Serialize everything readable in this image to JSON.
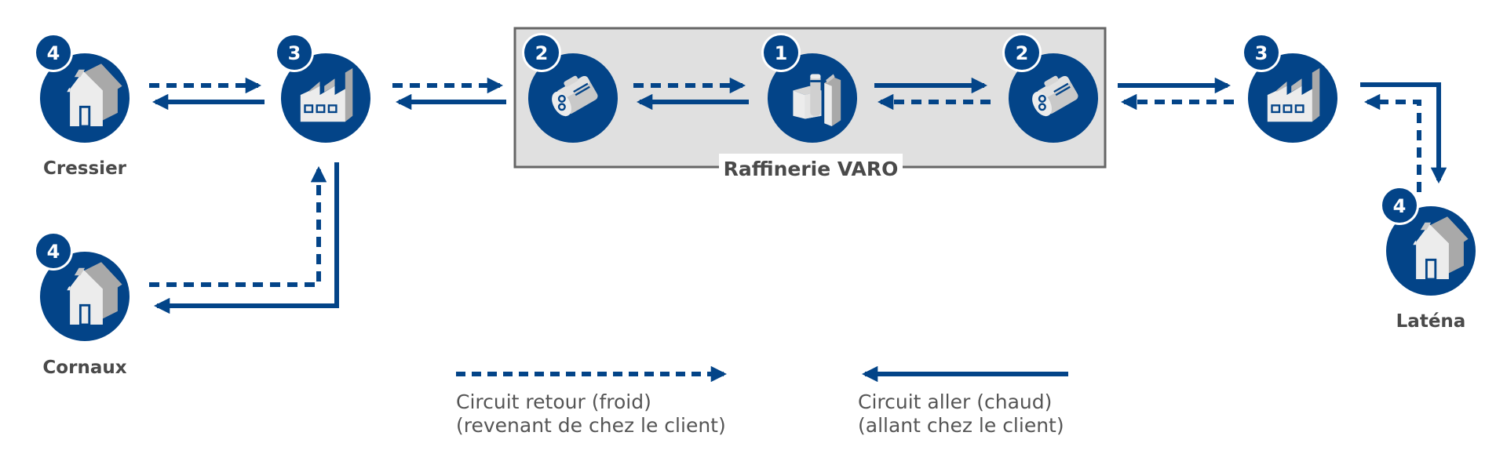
{
  "colors": {
    "primary": "#034488",
    "label_text": "#4a4a4a",
    "box_fill": "#e0e0e0",
    "box_border": "#666666",
    "icon_light": "#ececec",
    "icon_shade": "#a9a9a9"
  },
  "refinery_box": {
    "label": "Raffinerie VARO"
  },
  "nodes": [
    {
      "id": "cressier",
      "badge": "4",
      "icon": "house-icon",
      "label": "Cressier"
    },
    {
      "id": "factory-left",
      "badge": "3",
      "icon": "factory-icon",
      "label": ""
    },
    {
      "id": "tank-left",
      "badge": "2",
      "icon": "tank-icon",
      "label": ""
    },
    {
      "id": "refinery",
      "badge": "1",
      "icon": "refinery-icon",
      "label": ""
    },
    {
      "id": "tank-right",
      "badge": "2",
      "icon": "tank-icon",
      "label": ""
    },
    {
      "id": "factory-right",
      "badge": "3",
      "icon": "factory-icon",
      "label": ""
    },
    {
      "id": "latena",
      "badge": "4",
      "icon": "house-icon",
      "label": "Laténa"
    },
    {
      "id": "cornaux",
      "badge": "4",
      "icon": "house-icon",
      "label": "Cornaux"
    }
  ],
  "flows": [
    {
      "from": "cressier",
      "to": "factory-left",
      "type": "return",
      "direction": "right"
    },
    {
      "from": "factory-left",
      "to": "cressier",
      "type": "supply",
      "direction": "left"
    },
    {
      "from": "factory-left",
      "to": "tank-left",
      "type": "return",
      "direction": "right"
    },
    {
      "from": "tank-left",
      "to": "factory-left",
      "type": "supply",
      "direction": "left"
    },
    {
      "from": "tank-left",
      "to": "refinery",
      "type": "return",
      "direction": "right"
    },
    {
      "from": "refinery",
      "to": "tank-left",
      "type": "supply",
      "direction": "left"
    },
    {
      "from": "refinery",
      "to": "tank-right",
      "type": "supply",
      "direction": "right"
    },
    {
      "from": "tank-right",
      "to": "refinery",
      "type": "return",
      "direction": "left"
    },
    {
      "from": "tank-right",
      "to": "factory-right",
      "type": "supply",
      "direction": "right"
    },
    {
      "from": "factory-right",
      "to": "tank-right",
      "type": "return",
      "direction": "left"
    },
    {
      "from": "cornaux",
      "to": "factory-left",
      "type": "return",
      "direction": "up"
    },
    {
      "from": "factory-left",
      "to": "cornaux",
      "type": "supply",
      "direction": "left"
    },
    {
      "from": "factory-right",
      "to": "latena",
      "type": "supply",
      "direction": "down"
    },
    {
      "from": "latena",
      "to": "factory-right",
      "type": "return",
      "direction": "left"
    }
  ],
  "legend": {
    "return": {
      "line1": "Circuit retour (froid)",
      "line2": "(revenant de chez le client)"
    },
    "supply": {
      "line1": "Circuit aller (chaud)",
      "line2": "(allant chez le client)"
    }
  }
}
